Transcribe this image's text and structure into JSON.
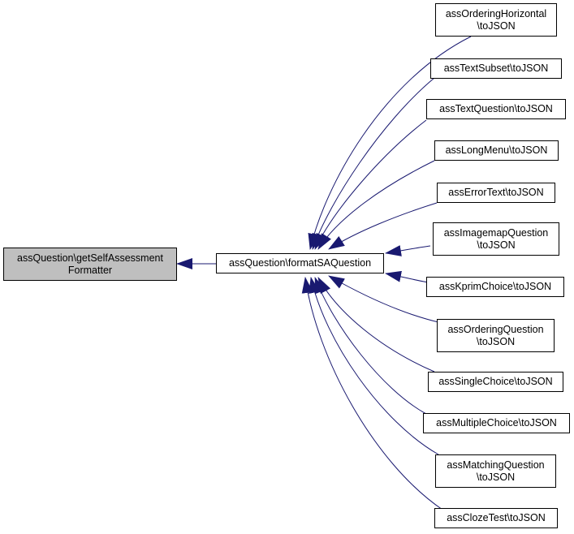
{
  "graph": {
    "root": {
      "label": "assQuestion\\getSelfAssessment\nFormatter"
    },
    "center": {
      "label": "assQuestion\\formatSAQuestion"
    },
    "callers": [
      {
        "label": "assOrderingHorizontal\n\\toJSON"
      },
      {
        "label": "assTextSubset\\toJSON"
      },
      {
        "label": "assTextQuestion\\toJSON"
      },
      {
        "label": "assLongMenu\\toJSON"
      },
      {
        "label": "assErrorText\\toJSON"
      },
      {
        "label": "assImagemapQuestion\n\\toJSON"
      },
      {
        "label": "assKprimChoice\\toJSON"
      },
      {
        "label": "assOrderingQuestion\n\\toJSON"
      },
      {
        "label": "assSingleChoice\\toJSON"
      },
      {
        "label": "assMultipleChoice\\toJSON"
      },
      {
        "label": "assMatchingQuestion\n\\toJSON"
      },
      {
        "label": "assClozeTest\\toJSON"
      }
    ]
  },
  "colors": {
    "edge": "#191970",
    "root_fill": "#bfbfbf",
    "node_border": "#000000"
  }
}
